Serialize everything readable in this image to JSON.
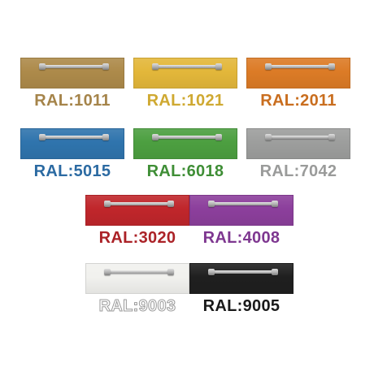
{
  "swatches": [
    {
      "code": "RAL:1011",
      "panel_color": "#ad8a4a",
      "text_color": "#a5844a"
    },
    {
      "code": "RAL:1021",
      "panel_color": "#e3b73a",
      "text_color": "#cfa932"
    },
    {
      "code": "RAL:2011",
      "panel_color": "#dc7b26",
      "text_color": "#c96e1f"
    },
    {
      "code": "RAL:5015",
      "panel_color": "#2f74ad",
      "text_color": "#2b6aa2"
    },
    {
      "code": "RAL:6018",
      "panel_color": "#4c9f40",
      "text_color": "#3f8e36"
    },
    {
      "code": "RAL:7042",
      "panel_color": "#9d9e9d",
      "text_color": "#9a9b9a"
    },
    {
      "code": "RAL:3020",
      "panel_color": "#c0262b",
      "text_color": "#ab2227"
    },
    {
      "code": "RAL:4008",
      "panel_color": "#8c3f9c",
      "text_color": "#7e3790"
    },
    {
      "code": "RAL:9003",
      "panel_color": "#f1f1ee",
      "text_color": "#ffffff"
    },
    {
      "code": "RAL:9005",
      "panel_color": "#1f1f1f",
      "text_color": "#1a1a1a"
    }
  ]
}
